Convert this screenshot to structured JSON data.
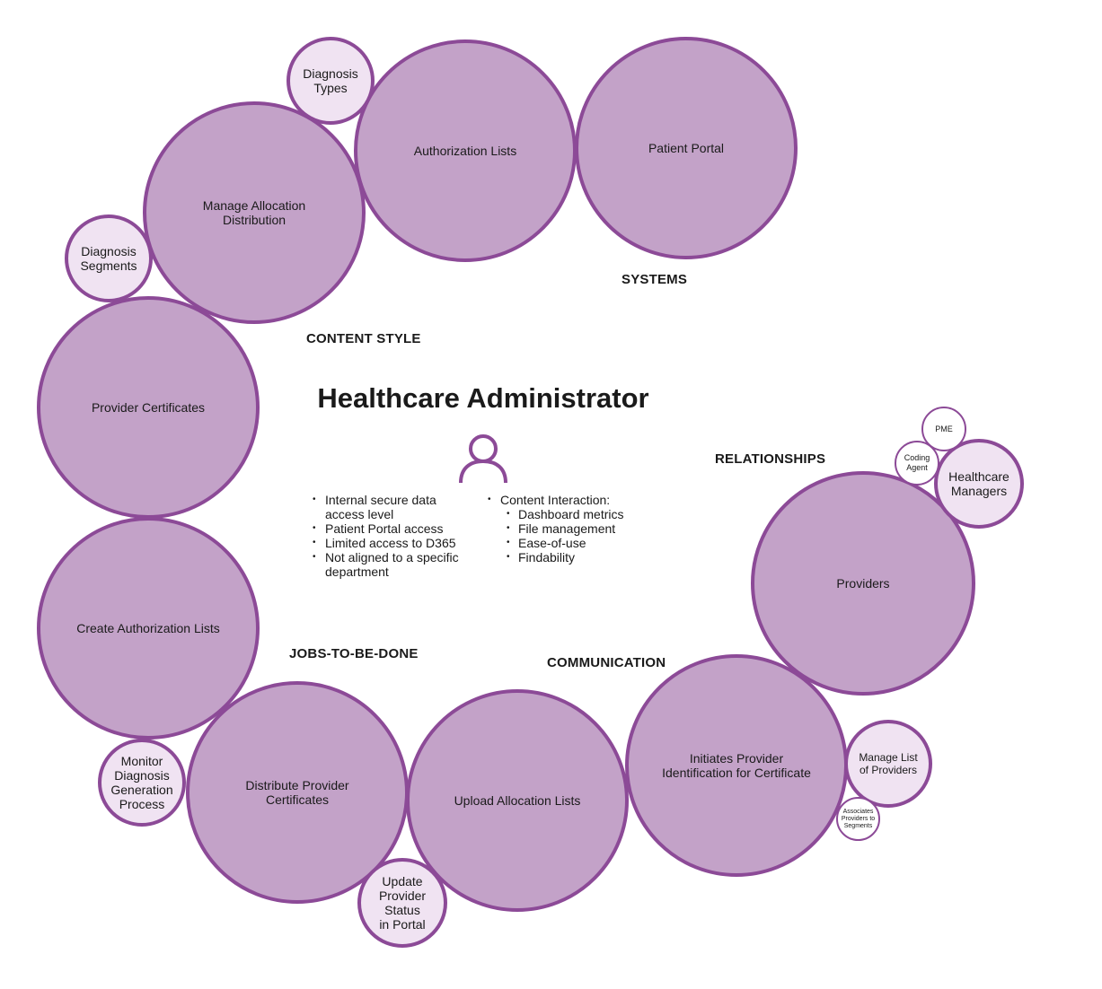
{
  "title": "Healthcare Administrator",
  "section_labels": {
    "systems": "SYSTEMS",
    "content_style": "CONTENT STYLE",
    "relationships": "RELATIONSHIPS",
    "jobs": "JOBS-TO-BE-DONE",
    "communication": "COMMUNICATION"
  },
  "circles": {
    "patient_portal": "Patient Portal",
    "authorization_lists": "Authorization Lists",
    "diagnosis_types": "Diagnosis Types",
    "manage_allocation": "Manage Allocation Distribution",
    "diagnosis_segments": "Diagnosis Segments",
    "provider_certificates": "Provider Certificates",
    "create_authorization": "Create Authorization Lists",
    "monitor_diagnosis": "Monitor Diagnosis Generation Process",
    "distribute_certificates": "Distribute Provider Certificates",
    "update_provider_status": "Update Provider Status in Portal",
    "upload_allocation": "Upload Allocation Lists",
    "initiates_provider": "Initiates Provider Identification for Certificate",
    "manage_list_providers": "Manage List of Providers",
    "associates_providers": "Associates Providers to Segments",
    "providers": "Providers",
    "healthcare_managers": "Healthcare Managers",
    "coding_agent": "Coding Agent",
    "pme": "PME"
  },
  "attributes_left": [
    "Internal secure data access level",
    "Patient Portal access",
    "Limited access to D365",
    "Not aligned to a specific department"
  ],
  "attributes_right": {
    "heading": "Content Interaction:",
    "items": [
      "Dashboard metrics",
      "File management",
      "Ease-of-use",
      "Findability"
    ]
  },
  "colors": {
    "border": "#8c4a97",
    "fill": "#c3a2c8",
    "light_fill": "#f0e3f2"
  },
  "icons": [
    "person-icon"
  ]
}
